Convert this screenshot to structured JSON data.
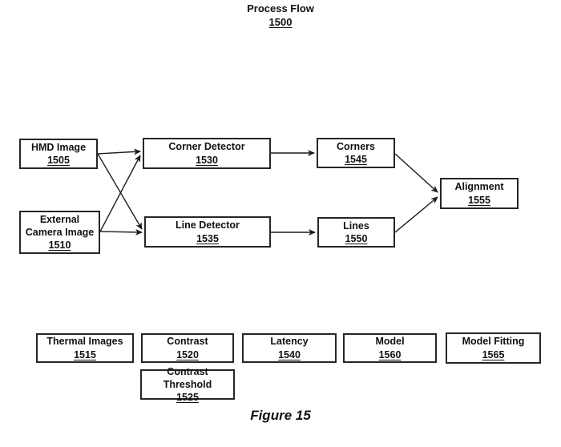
{
  "title": {
    "label": "Process Flow",
    "ref": "1500"
  },
  "figure_caption": "Figure 15",
  "boxes": {
    "hmd_image": {
      "label": "HMD Image",
      "ref": "1505"
    },
    "external_camera": {
      "label": "External Camera Image",
      "ref": "1510"
    },
    "corner_detector": {
      "label": "Corner Detector",
      "ref": "1530"
    },
    "line_detector": {
      "label": "Line Detector",
      "ref": "1535"
    },
    "corners": {
      "label": "Corners",
      "ref": "1545"
    },
    "lines": {
      "label": "Lines",
      "ref": "1550"
    },
    "alignment": {
      "label": "Alignment",
      "ref": "1555"
    },
    "thermal_images": {
      "label": "Thermal Images",
      "ref": "1515"
    },
    "contrast": {
      "label": "Contrast",
      "ref": "1520"
    },
    "contrast_threshold": {
      "label": "Contrast Threshold",
      "ref": "1525"
    },
    "latency": {
      "label": "Latency",
      "ref": "1540"
    },
    "model": {
      "label": "Model",
      "ref": "1560"
    },
    "model_fitting": {
      "label": "Model Fitting",
      "ref": "1565"
    }
  },
  "edges": [
    {
      "from": "HMD Image 1505",
      "to": "Corner Detector 1530"
    },
    {
      "from": "HMD Image 1505",
      "to": "Line Detector 1535"
    },
    {
      "from": "External Camera Image 1510",
      "to": "Corner Detector 1530"
    },
    {
      "from": "External Camera Image 1510",
      "to": "Line Detector 1535"
    },
    {
      "from": "Corner Detector 1530",
      "to": "Corners 1545"
    },
    {
      "from": "Line Detector 1535",
      "to": "Lines 1550"
    },
    {
      "from": "Corners 1545",
      "to": "Alignment 1555"
    },
    {
      "from": "Lines 1550",
      "to": "Alignment 1555"
    }
  ],
  "colors": {
    "line": "#1c1c1c",
    "box_border": "#262626",
    "background": "#ffffff",
    "text": "#111111"
  }
}
